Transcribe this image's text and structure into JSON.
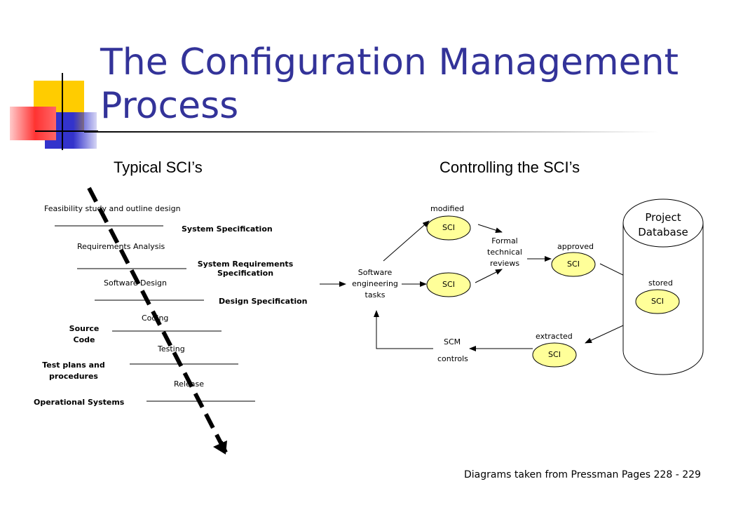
{
  "title": "The Configuration Management Process",
  "left_heading": "Typical SCI’s",
  "right_heading": "Controlling the SCI’s",
  "phases": {
    "feasibility": "Feasibility study and outline design",
    "requirements": "Requirements Analysis",
    "design": "Software Design",
    "coding": "Coding",
    "testing": "Testing",
    "release": "Release"
  },
  "sci_items": {
    "system_spec": "System Specification",
    "system_req_spec_line1": "System Requirements",
    "system_req_spec_line2": "Specification",
    "design_spec": "Design Specification",
    "source_code_line1": "Source",
    "source_code_line2": "Code",
    "test_plans_line1": "Test plans and",
    "test_plans_line2": "procedures",
    "operational": "Operational Systems"
  },
  "control": {
    "se_tasks_line1": "Software",
    "se_tasks_line2": "engineering",
    "se_tasks_line3": "tasks",
    "modified": "modified",
    "sci": "SCI",
    "ftr_line1": "Formal",
    "ftr_line2": "technical",
    "ftr_line3": "reviews",
    "approved": "approved",
    "stored": "stored",
    "extracted": "extracted",
    "scm": "SCM",
    "controls": "controls",
    "db_line1": "Project",
    "db_line2": "Database"
  },
  "footer": "Diagrams taken from Pressman Pages 228 - 229",
  "colors": {
    "title": "#333399",
    "sci_fill": "#ffff99",
    "deco_yellow": "#ffcc00",
    "deco_blue": "#3333cc",
    "deco_red": "#ff3333"
  }
}
